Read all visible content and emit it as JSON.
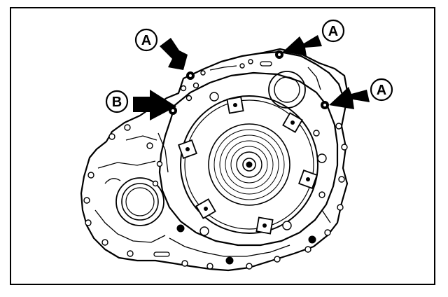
{
  "callouts": {
    "a1": "A",
    "a2": "A",
    "a3": "A",
    "b1": "B"
  },
  "colors": {
    "line": "#000000",
    "background": "#ffffff"
  },
  "icons": {
    "arrow": "solid-black-arrow"
  }
}
